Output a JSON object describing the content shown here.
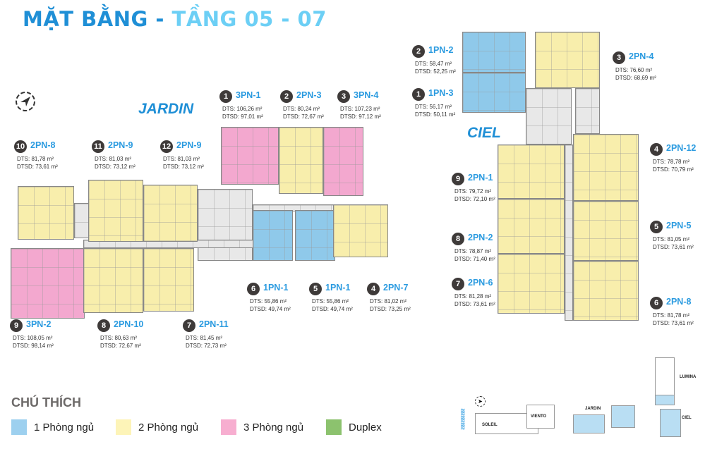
{
  "title": {
    "part1": "MẶT BẰNG -",
    "part2": "TẦNG 05 - 07"
  },
  "buildings": {
    "jardin": "JARDIN",
    "ciel": "CIEL"
  },
  "units": {
    "jardin": [
      {
        "no": "1",
        "code": "3PN-1",
        "dts": "DTS: 106,26 m²",
        "dtsd": "DTSD: 97,01 m²",
        "type": "3"
      },
      {
        "no": "2",
        "code": "2PN-3",
        "dts": "DTS: 80,24 m²",
        "dtsd": "DTSD: 72,67 m²",
        "type": "2"
      },
      {
        "no": "3",
        "code": "3PN-4",
        "dts": "DTS: 107,23 m²",
        "dtsd": "DTSD: 97,12 m²",
        "type": "3"
      },
      {
        "no": "4",
        "code": "2PN-7",
        "dts": "DTS: 81,02 m²",
        "dtsd": "DTSD: 73,25 m²",
        "type": "2"
      },
      {
        "no": "5",
        "code": "1PN-1",
        "dts": "DTS: 55,86 m²",
        "dtsd": "DTSD: 49,74 m²",
        "type": "1"
      },
      {
        "no": "6",
        "code": "1PN-1",
        "dts": "DTS: 55,86 m²",
        "dtsd": "DTSD: 49,74 m²",
        "type": "1"
      },
      {
        "no": "7",
        "code": "2PN-11",
        "dts": "DTS: 81,45 m²",
        "dtsd": "DTSD: 72,73 m²",
        "type": "2"
      },
      {
        "no": "8",
        "code": "2PN-10",
        "dts": "DTS: 80,63 m²",
        "dtsd": "DTSD: 72,67 m²",
        "type": "2"
      },
      {
        "no": "9",
        "code": "3PN-2",
        "dts": "DTS: 108,05 m²",
        "dtsd": "DTSD: 98,14 m²",
        "type": "3"
      },
      {
        "no": "10",
        "code": "2PN-8",
        "dts": "DTS: 81,78 m²",
        "dtsd": "DTSD: 73,61 m²",
        "type": "2"
      },
      {
        "no": "11",
        "code": "2PN-9",
        "dts": "DTS: 81,03 m²",
        "dtsd": "DTSD: 73,12 m²",
        "type": "2"
      },
      {
        "no": "12",
        "code": "2PN-9",
        "dts": "DTS: 81,03 m²",
        "dtsd": "DTSD: 73,12 m²",
        "type": "2"
      }
    ],
    "ciel": [
      {
        "no": "1",
        "code": "1PN-3",
        "dts": "DTS: 56,17 m²",
        "dtsd": "DTSD: 50,11 m²",
        "type": "1"
      },
      {
        "no": "2",
        "code": "1PN-2",
        "dts": "DTS: 58,47 m²",
        "dtsd": "DTSD: 52,25 m²",
        "type": "1"
      },
      {
        "no": "3",
        "code": "2PN-4",
        "dts": "DTS: 76,60 m²",
        "dtsd": "DTSD: 68,69 m²",
        "type": "2"
      },
      {
        "no": "4",
        "code": "2PN-12",
        "dts": "DTS: 78,78 m²",
        "dtsd": "DTSD: 70,79 m²",
        "type": "2"
      },
      {
        "no": "5",
        "code": "2PN-5",
        "dts": "DTS: 81,05 m²",
        "dtsd": "DTSD: 73,61 m²",
        "type": "2"
      },
      {
        "no": "6",
        "code": "2PN-8",
        "dts": "DTS: 81,78 m²",
        "dtsd": "DTSD: 73,61 m²",
        "type": "2"
      },
      {
        "no": "7",
        "code": "2PN-6",
        "dts": "DTS: 81,28 m²",
        "dtsd": "DTSD: 73,61 m²",
        "type": "2"
      },
      {
        "no": "8",
        "code": "2PN-2",
        "dts": "DTS: 78,87 m²",
        "dtsd": "DTSD: 71,40 m²",
        "type": "2"
      },
      {
        "no": "9",
        "code": "2PN-1",
        "dts": "DTS: 79,72 m²",
        "dtsd": "DTSD: 72,10 m²",
        "type": "2"
      }
    ]
  },
  "legend": {
    "title": "CHÚ THÍCH",
    "items": [
      {
        "label": "1 Phòng ngủ",
        "color": "#9dd0ef"
      },
      {
        "label": "2 Phòng ngủ",
        "color": "#fdf4b8"
      },
      {
        "label": "3 Phòng ngủ",
        "color": "#f7aed0"
      },
      {
        "label": "Duplex",
        "color": "#8cc26e"
      }
    ]
  },
  "site_map": {
    "soleil": "SOLEIL",
    "viento": "VIENTO",
    "jardin": "JARDIN",
    "lumina": "LUMINA",
    "ciel": "CIEL"
  },
  "colors": {
    "title_dark": "#1f8fd6",
    "title_light": "#6ccff5",
    "badge": "#3e3a39",
    "code": "#2b9be0"
  }
}
